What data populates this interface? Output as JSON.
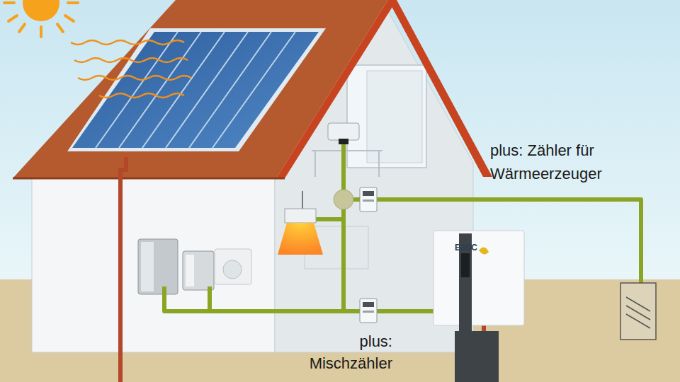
{
  "diagram": {
    "labels": [
      "plus: Zähler für Wärmeerzeuger",
      "plus: Mischzähler",
      "E3DC"
    ]
  }
}
